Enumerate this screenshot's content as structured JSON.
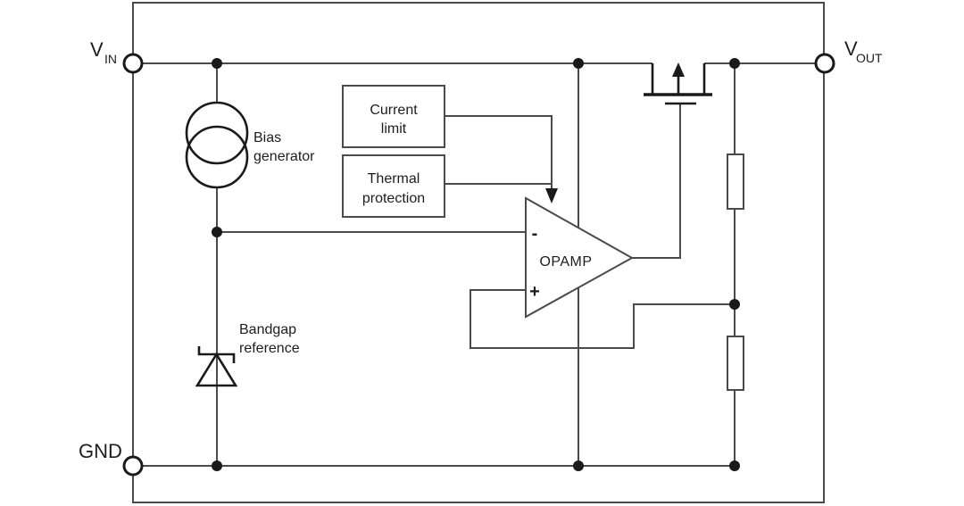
{
  "labels": {
    "vin": {
      "main": "V",
      "sub": "IN"
    },
    "vout": {
      "main": "V",
      "sub": "OUT"
    },
    "gnd": "GND",
    "bias_generator": {
      "line1": "Bias",
      "line2": "generator"
    },
    "bandgap_reference": {
      "line1": "Bandgap",
      "line2": "reference"
    },
    "current_limit": {
      "line1": "Current",
      "line2": "limit"
    },
    "thermal_protection": {
      "line1": "Thermal",
      "line2": "protection"
    },
    "opamp": {
      "label": "OPAMP",
      "inverting": "-",
      "noninverting": "+"
    }
  },
  "symbols": {
    "vin": "circle-terminal-icon",
    "vout": "circle-terminal-icon",
    "gnd": "circle-terminal-icon",
    "bias_generator": "current-source-icon",
    "bandgap_reference": "zener-diode-icon",
    "pass_device": "pmos-transistor-icon",
    "feedback_divider": [
      "resistor-icon",
      "resistor-icon"
    ],
    "opamp": "opamp-triangle-icon",
    "control_input": "down-arrow-icon"
  },
  "colors": {
    "background": "#ffffff",
    "wire": "#4a4a4a",
    "symbol": "#1a1a1a",
    "text": "#1d1d1d"
  }
}
